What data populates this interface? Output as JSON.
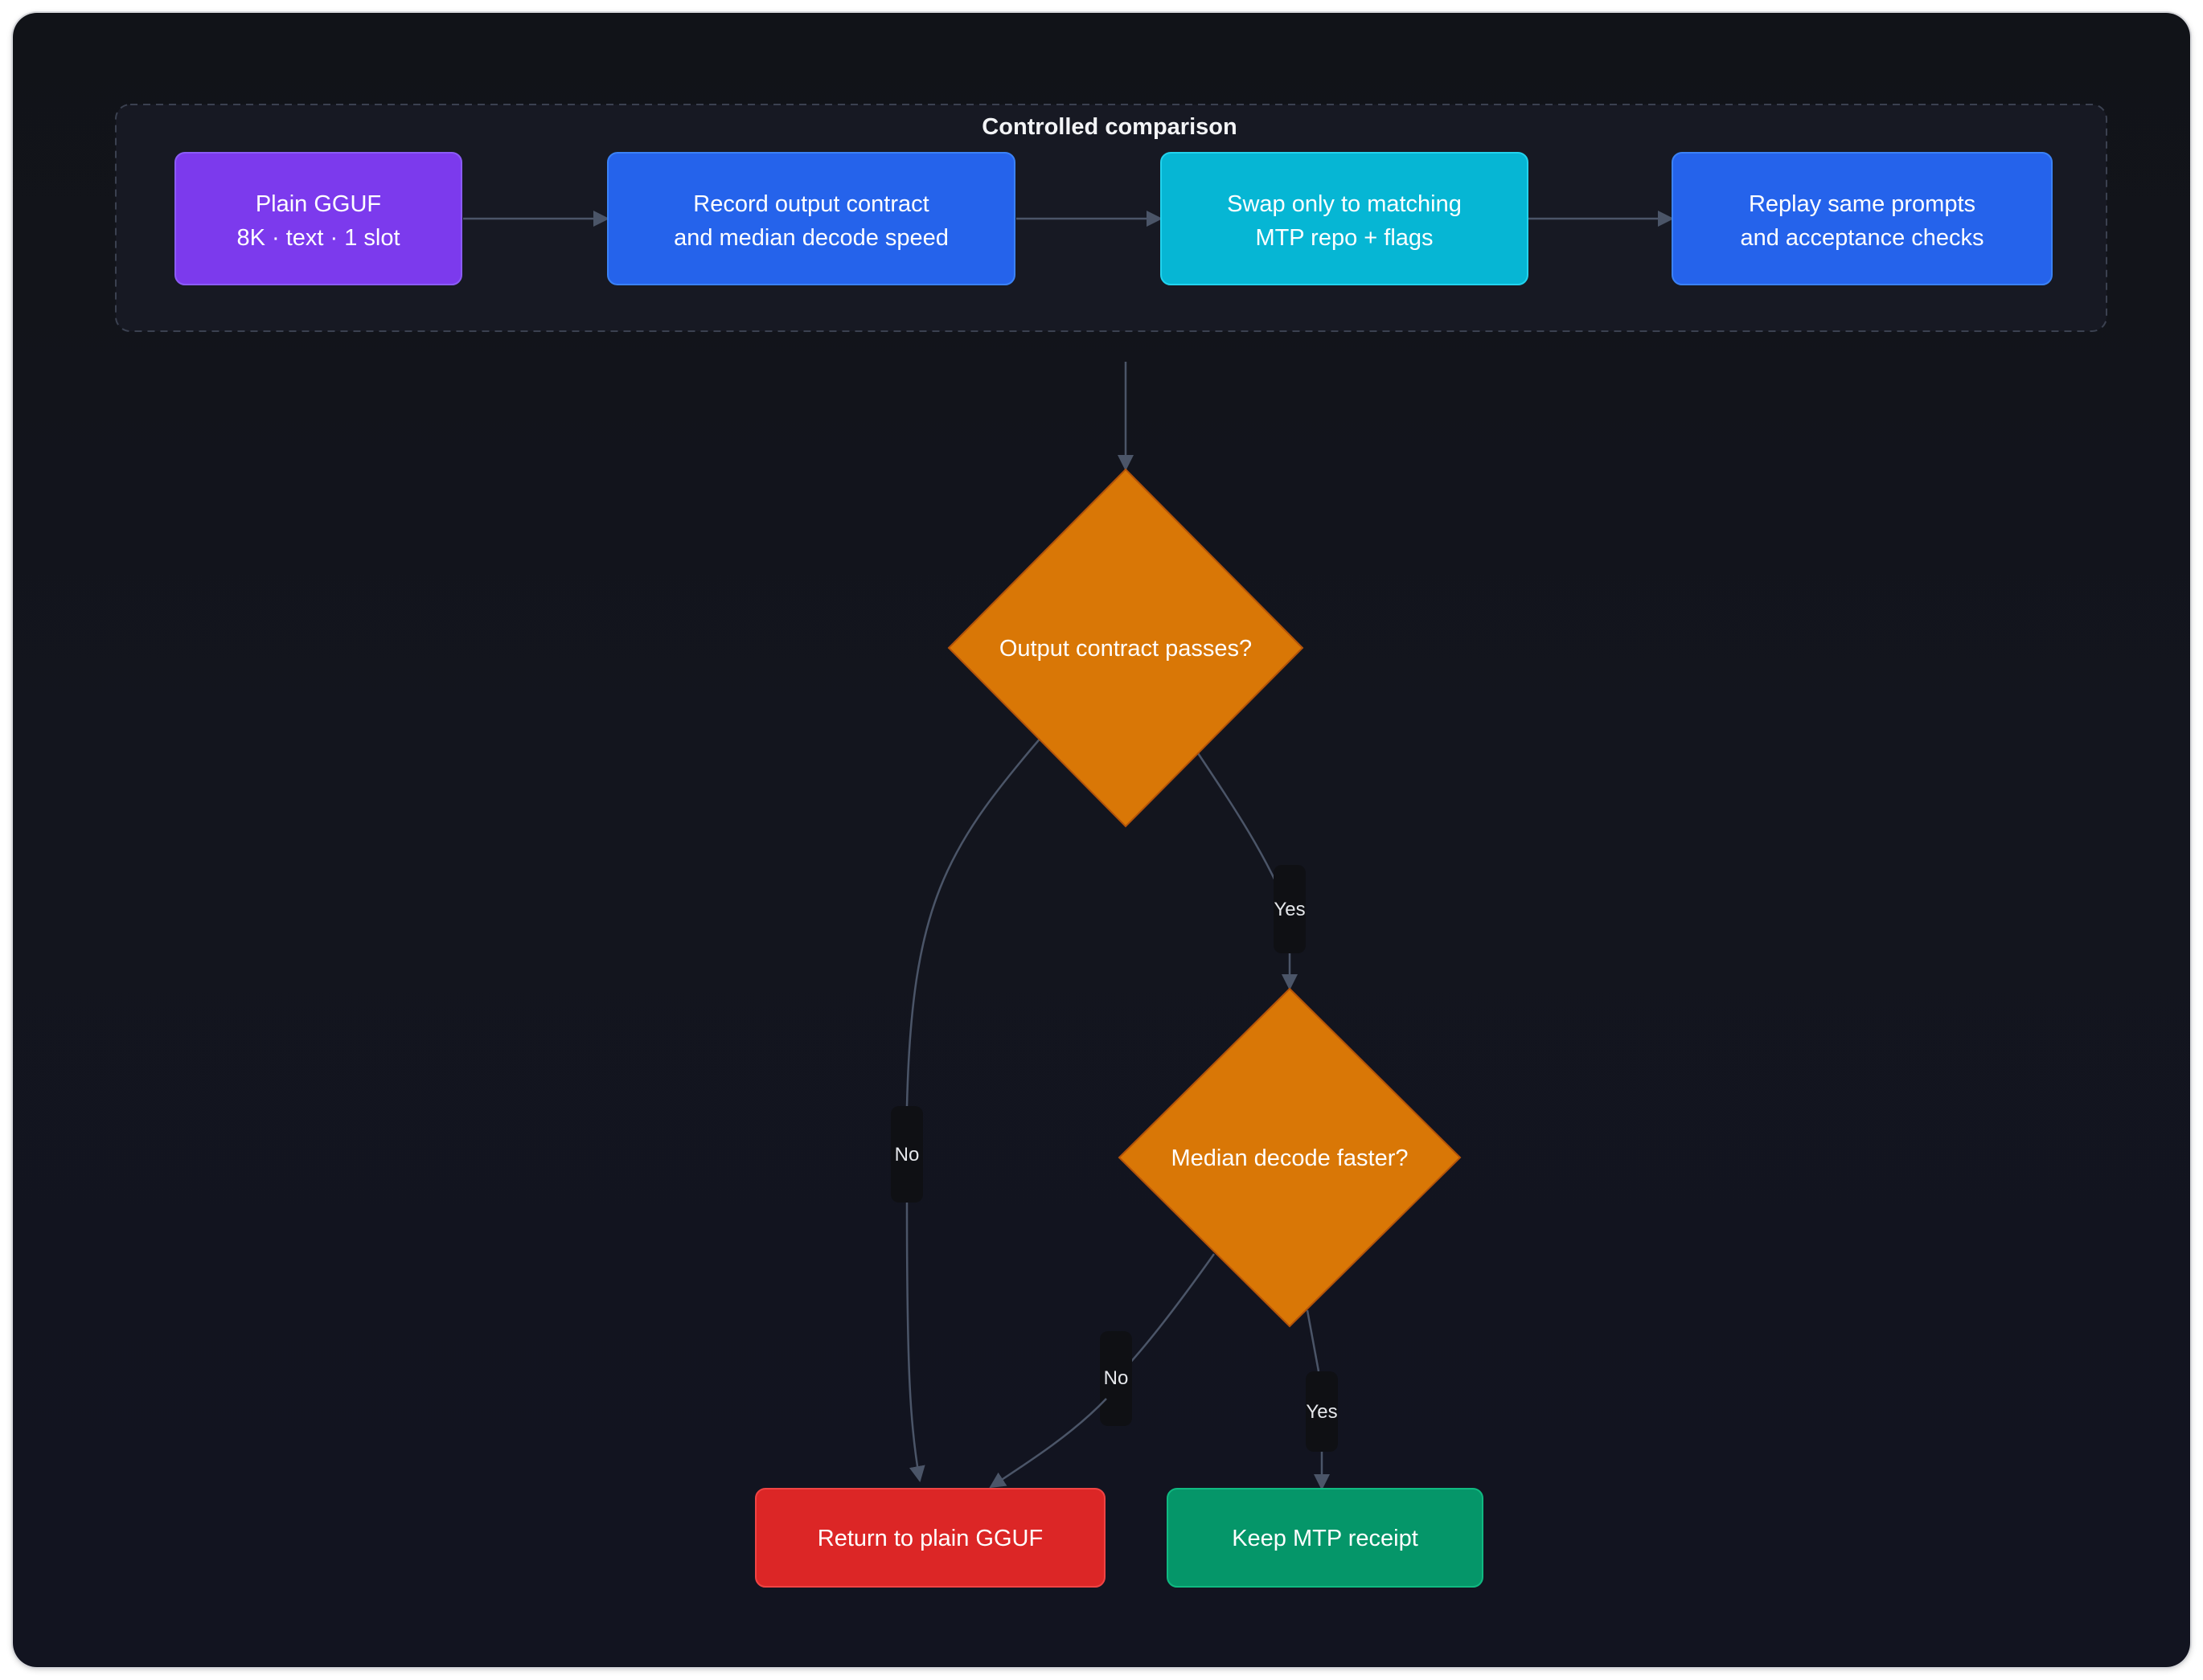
{
  "diagram": {
    "group_title": "Controlled comparison",
    "nodes": {
      "plain_gguf": {
        "line1": "Plain GGUF",
        "line2": "8K · text · 1 slot"
      },
      "record": {
        "line1": "Record output contract",
        "line2": "and median decode speed"
      },
      "swap": {
        "line1": "Swap only to matching",
        "line2": "MTP repo + flags"
      },
      "replay": {
        "line1": "Replay same prompts",
        "line2": "and acceptance checks"
      },
      "contract_check": "Output contract passes?",
      "speed_check": "Median decode faster?",
      "return_plain": "Return to plain GGUF",
      "keep_mtp": "Keep MTP receipt"
    },
    "edge_labels": {
      "contract_yes": "Yes",
      "contract_no": "No",
      "speed_no": "No",
      "speed_yes": "Yes"
    },
    "colors": {
      "purple": "#7c3aed",
      "blue": "#2563eb",
      "cyan": "#06b6d4",
      "orange": "#d97706",
      "red": "#dc2626",
      "green": "#059669",
      "edge": "#4b5568",
      "background": "#121420"
    }
  }
}
